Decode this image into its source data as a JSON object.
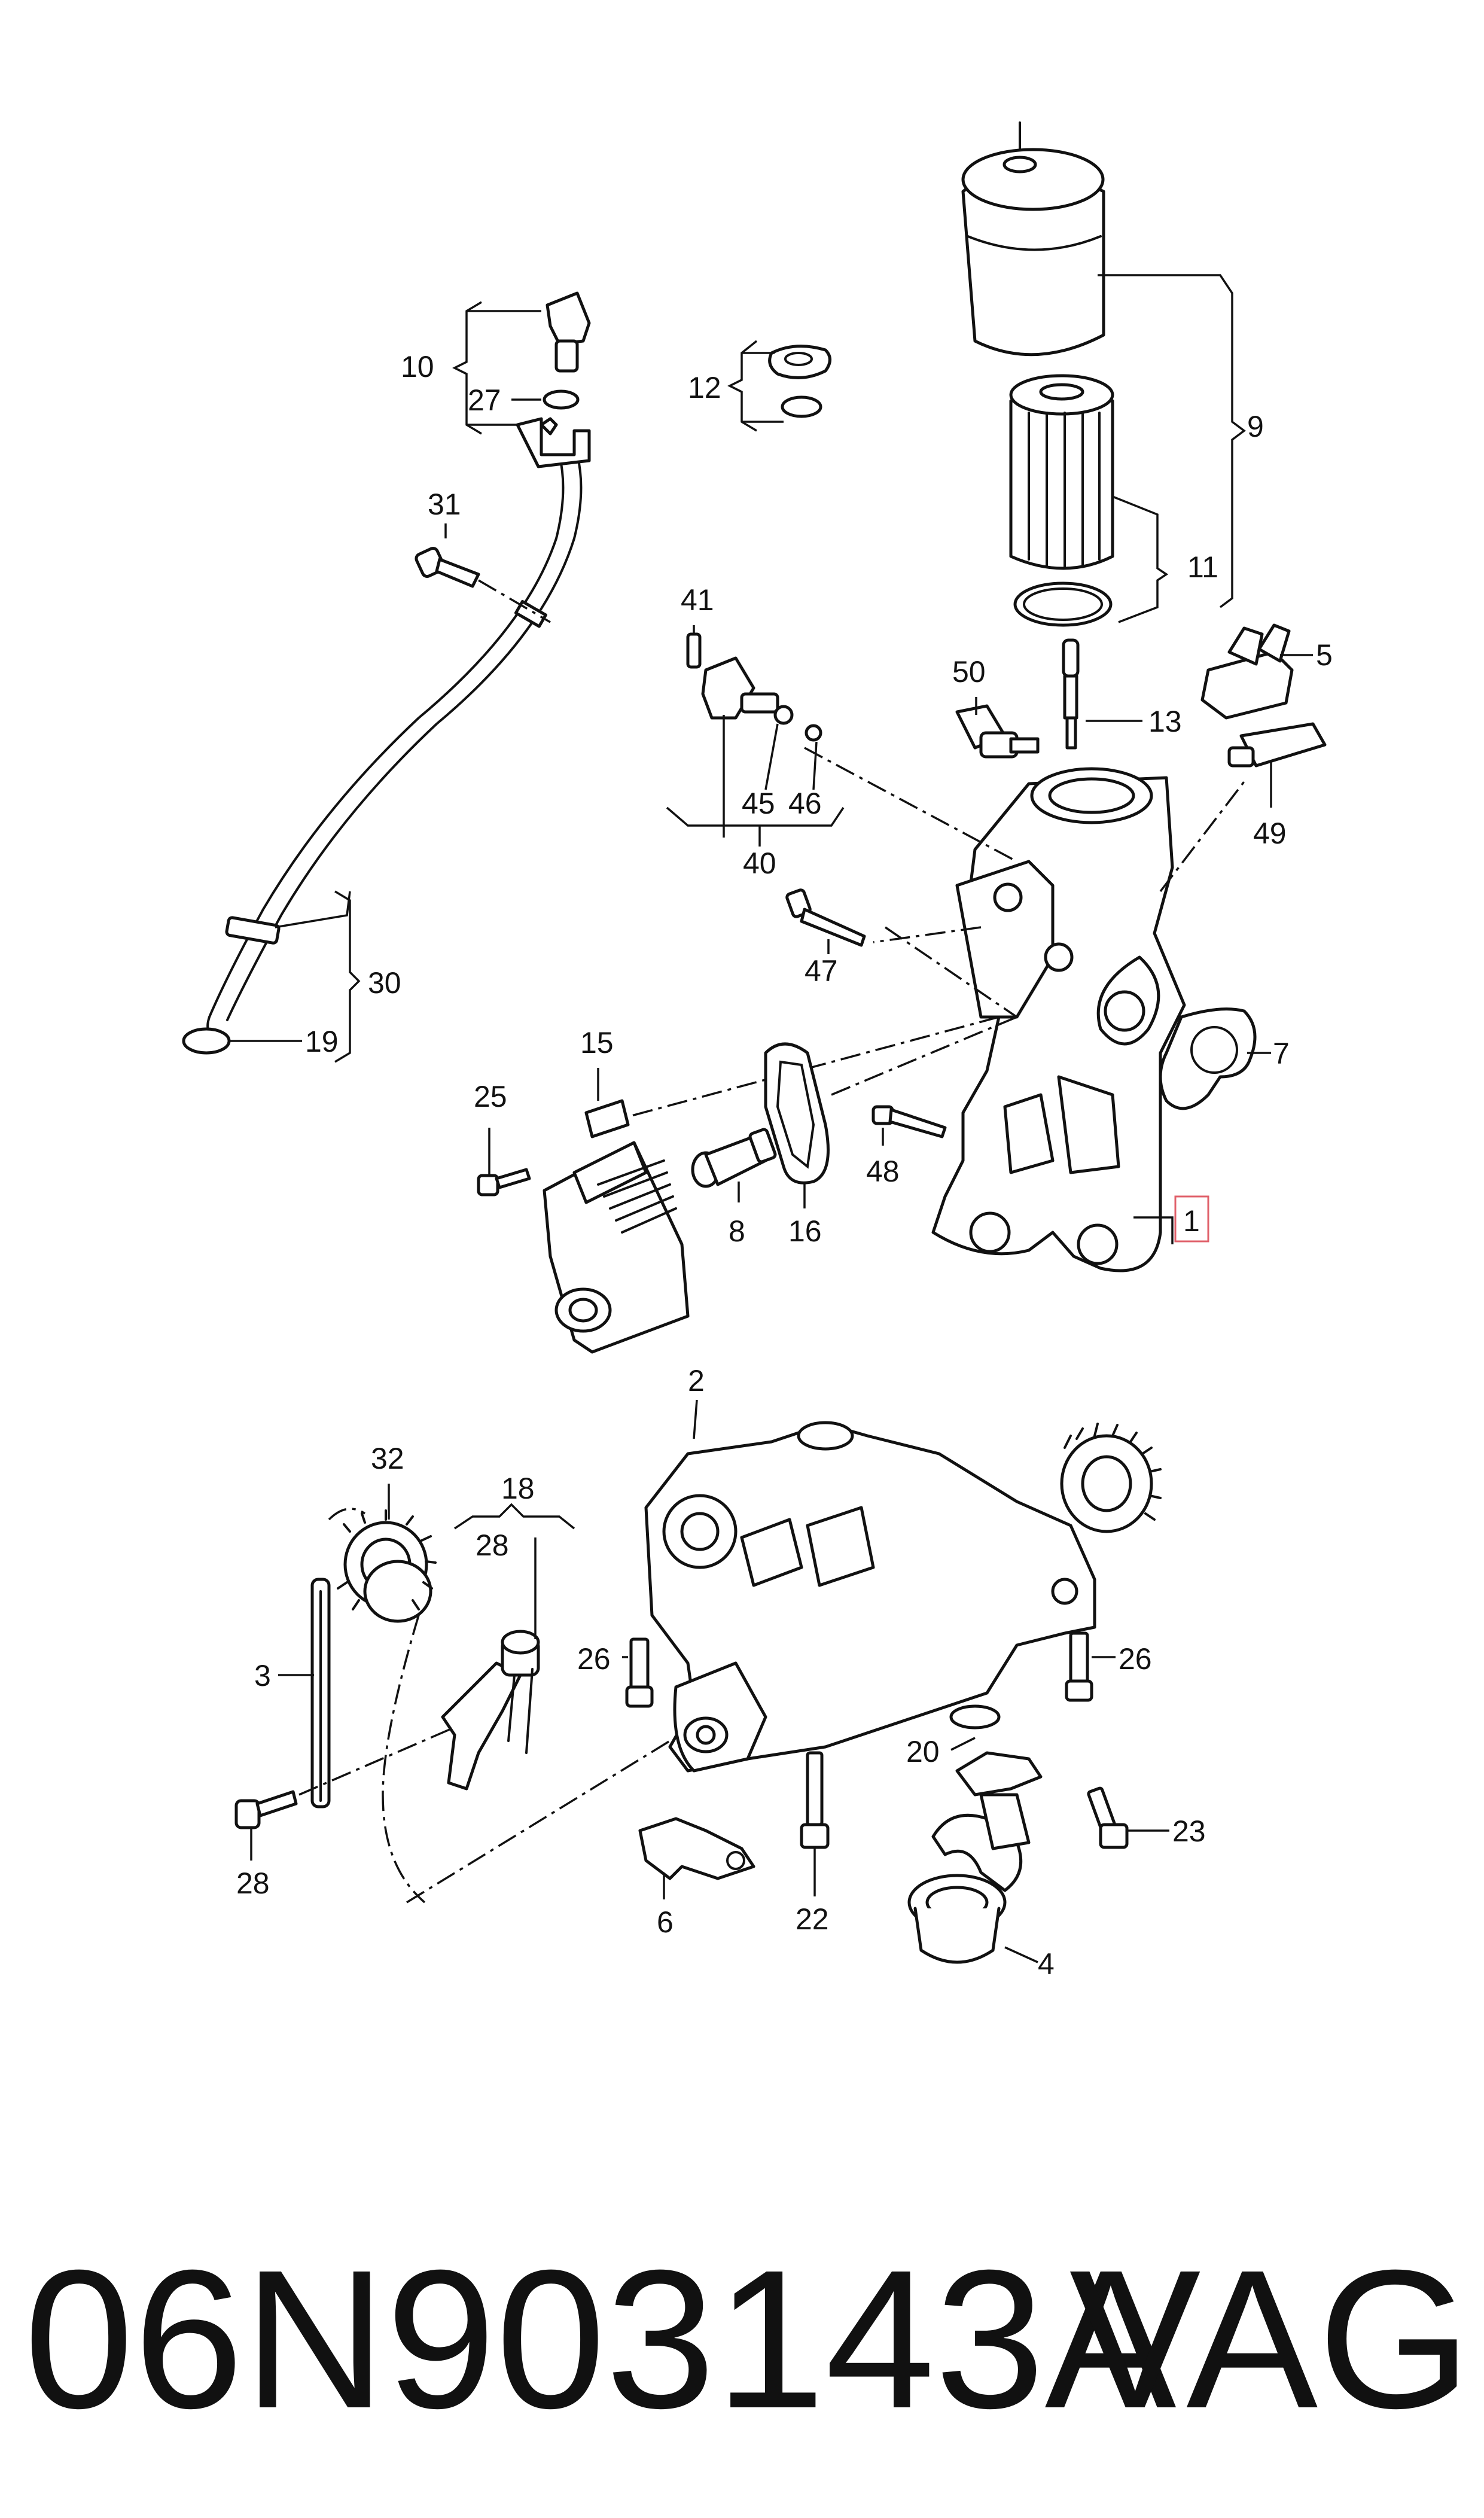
{
  "diagram": {
    "callouts": [
      {
        "id": "c1",
        "text": "1"
      },
      {
        "id": "c2",
        "text": "2"
      },
      {
        "id": "c3",
        "text": "3"
      },
      {
        "id": "c4",
        "text": "4"
      },
      {
        "id": "c5",
        "text": "5"
      },
      {
        "id": "c6",
        "text": "6"
      },
      {
        "id": "c7",
        "text": "7"
      },
      {
        "id": "c8",
        "text": "8"
      },
      {
        "id": "c9",
        "text": "9"
      },
      {
        "id": "c10",
        "text": "10"
      },
      {
        "id": "c11",
        "text": "11"
      },
      {
        "id": "c12",
        "text": "12"
      },
      {
        "id": "c13",
        "text": "13"
      },
      {
        "id": "c15",
        "text": "15"
      },
      {
        "id": "c16",
        "text": "16"
      },
      {
        "id": "c18",
        "text": "18"
      },
      {
        "id": "c19",
        "text": "19"
      },
      {
        "id": "c20",
        "text": "20"
      },
      {
        "id": "c22",
        "text": "22"
      },
      {
        "id": "c23",
        "text": "23"
      },
      {
        "id": "c25",
        "text": "25"
      },
      {
        "id": "c26a",
        "text": "26"
      },
      {
        "id": "c26b",
        "text": "26"
      },
      {
        "id": "c27",
        "text": "27"
      },
      {
        "id": "c28a",
        "text": "28"
      },
      {
        "id": "c28b",
        "text": "28"
      },
      {
        "id": "c30",
        "text": "30"
      },
      {
        "id": "c31",
        "text": "31"
      },
      {
        "id": "c32",
        "text": "32"
      },
      {
        "id": "c40",
        "text": "40"
      },
      {
        "id": "c41",
        "text": "41"
      },
      {
        "id": "c45",
        "text": "45"
      },
      {
        "id": "c46",
        "text": "46"
      },
      {
        "id": "c47",
        "text": "47"
      },
      {
        "id": "c48",
        "text": "48"
      },
      {
        "id": "c49",
        "text": "49"
      },
      {
        "id": "c50",
        "text": "50"
      }
    ],
    "highlighted_callout": "1"
  },
  "footer": {
    "part_number": "06N903143A",
    "brand": "VAG"
  }
}
